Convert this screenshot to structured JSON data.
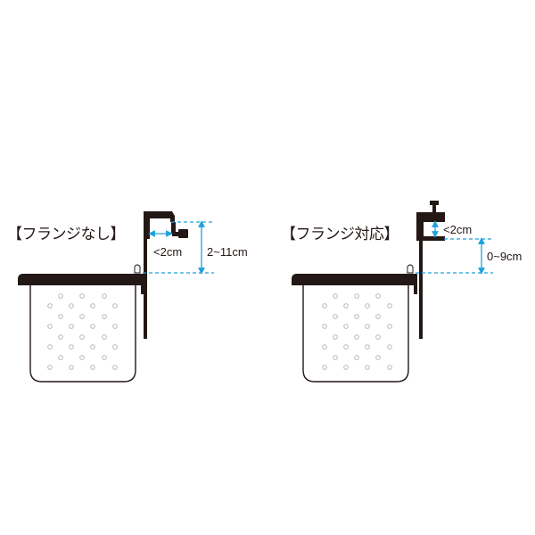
{
  "colors": {
    "ink": "#231815",
    "accent": "#1ea0dc",
    "hole": "#a8a8a8"
  },
  "left_panel": {
    "title": "【フランジなし】",
    "gap_label": "<2cm",
    "range_label": "2~11cm"
  },
  "right_panel": {
    "title": "【フランジ対応】",
    "gap_label": "<2cm",
    "range_label": "0~9cm"
  }
}
